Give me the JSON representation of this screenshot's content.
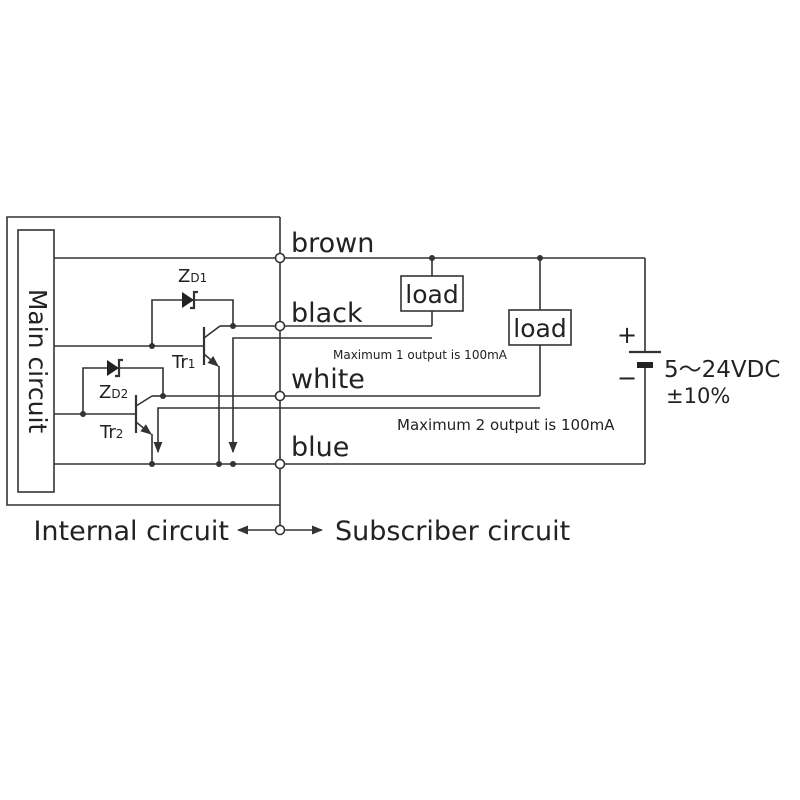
{
  "wires": {
    "brown": "brown",
    "black": "black",
    "white": "white",
    "blue": "blue"
  },
  "main_circuit_label": "Main circuit",
  "loads": {
    "load1": "load",
    "load2": "load"
  },
  "zeners": {
    "zd1": {
      "main": "Z",
      "sub": "D1"
    },
    "zd2": {
      "main": "Z",
      "sub": "D2"
    }
  },
  "transistors": {
    "tr1": {
      "main": "Tr",
      "sub": "1"
    },
    "tr2": {
      "main": "Tr",
      "sub": "2"
    }
  },
  "notes": {
    "max1": "Maximum 1 output is 100mA",
    "max2": "Maximum 2 output is 100mA"
  },
  "supply": {
    "plus": "+",
    "minus": "−",
    "voltage": "5～24VDC",
    "tolerance": "±10%"
  },
  "footer": {
    "internal": "Internal circuit",
    "subscriber": "Subscriber circuit"
  }
}
